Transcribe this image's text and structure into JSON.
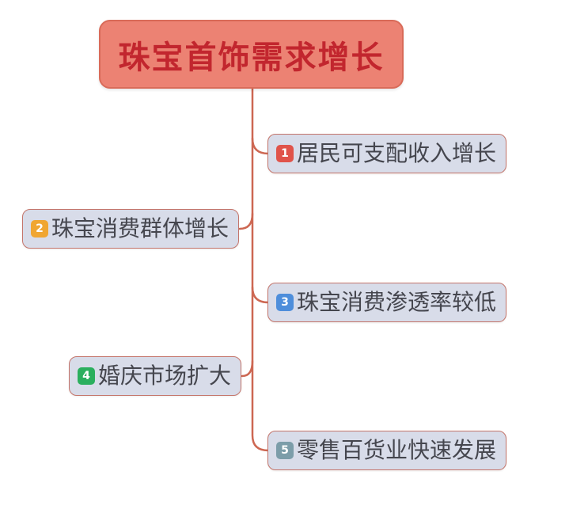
{
  "page": {
    "background_color": "#ffffff"
  },
  "mindmap": {
    "root": {
      "label": "珠宝首饰需求增长",
      "fill_color": "#ec8273",
      "border_color": "#d96b59",
      "text_color": "#c2262e"
    },
    "connector": {
      "color": "#cd6752"
    },
    "branch_style": {
      "fill_color": "#d8dce9",
      "border_color": "#c4756b",
      "text_color": "#45464e"
    },
    "branches": [
      {
        "badge": "1",
        "badge_color": "#e0534a",
        "label": "居民可支配收入增长",
        "side": "right"
      },
      {
        "badge": "2",
        "badge_color": "#f0a632",
        "label": "珠宝消费群体增长",
        "side": "left"
      },
      {
        "badge": "3",
        "badge_color": "#4e8edb",
        "label": "珠宝消费渗透率较低",
        "side": "right"
      },
      {
        "badge": "4",
        "badge_color": "#2baf5e",
        "label": "婚庆市场扩大",
        "side": "left"
      },
      {
        "badge": "5",
        "badge_color": "#7c9da9",
        "label": "零售百货业快速发展",
        "side": "right"
      }
    ]
  }
}
